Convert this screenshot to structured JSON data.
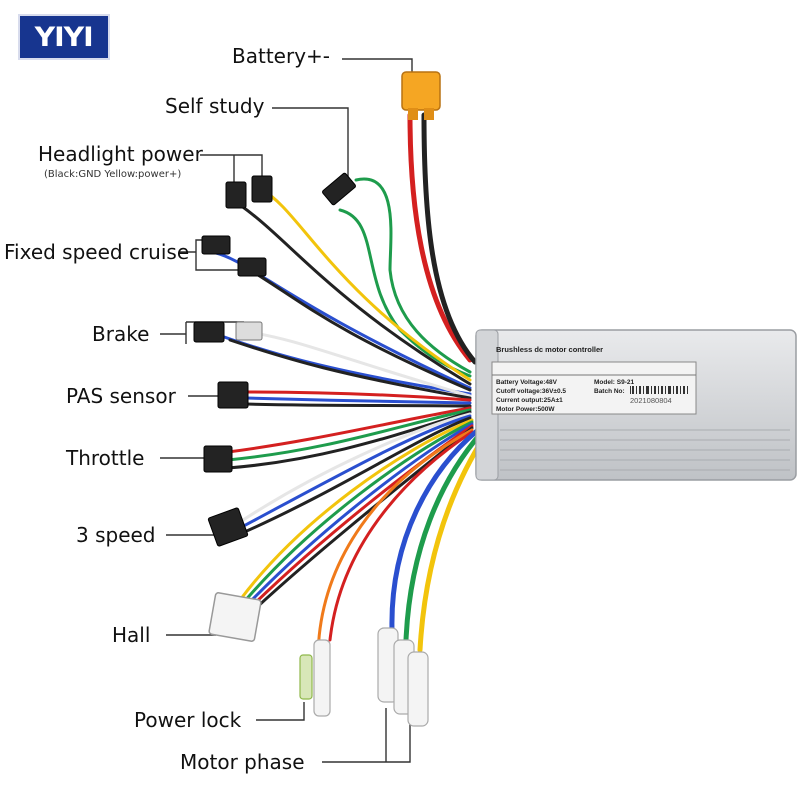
{
  "logo": {
    "text": "YIYI",
    "bg_color": "#17358f"
  },
  "labels": {
    "battery": "Battery+-",
    "self_study": "Self study",
    "headlight": "Headlight power",
    "headlight_note": "(Black:GND Yellow:power+)",
    "cruise": "Fixed speed cruise",
    "brake": "Brake",
    "pas": "PAS sensor",
    "throttle": "Throttle",
    "three_speed": "3 speed",
    "hall": "Hall",
    "power_lock": "Power lock",
    "motor_phase": "Motor phase"
  },
  "controller": {
    "title": "Brushless dc motor controller",
    "battery_voltage": "Battery Voltage:48V",
    "cutoff_voltage": "Cutoff voltage:36V±0.5",
    "current_output": "Current output:25A±1",
    "motor_power": "Motor Power:500W",
    "model": "Model: S9-21",
    "batch_label": "Batch No:",
    "batch_number": "2021080804"
  },
  "wire_colors": {
    "red": "#d42020",
    "black": "#222222",
    "yellow": "#f2c40c",
    "green": "#1e9c4c",
    "blue": "#2a4fcf",
    "white": "#e6e6e6",
    "orange": "#f07a1a",
    "connector": "#f5a623"
  }
}
